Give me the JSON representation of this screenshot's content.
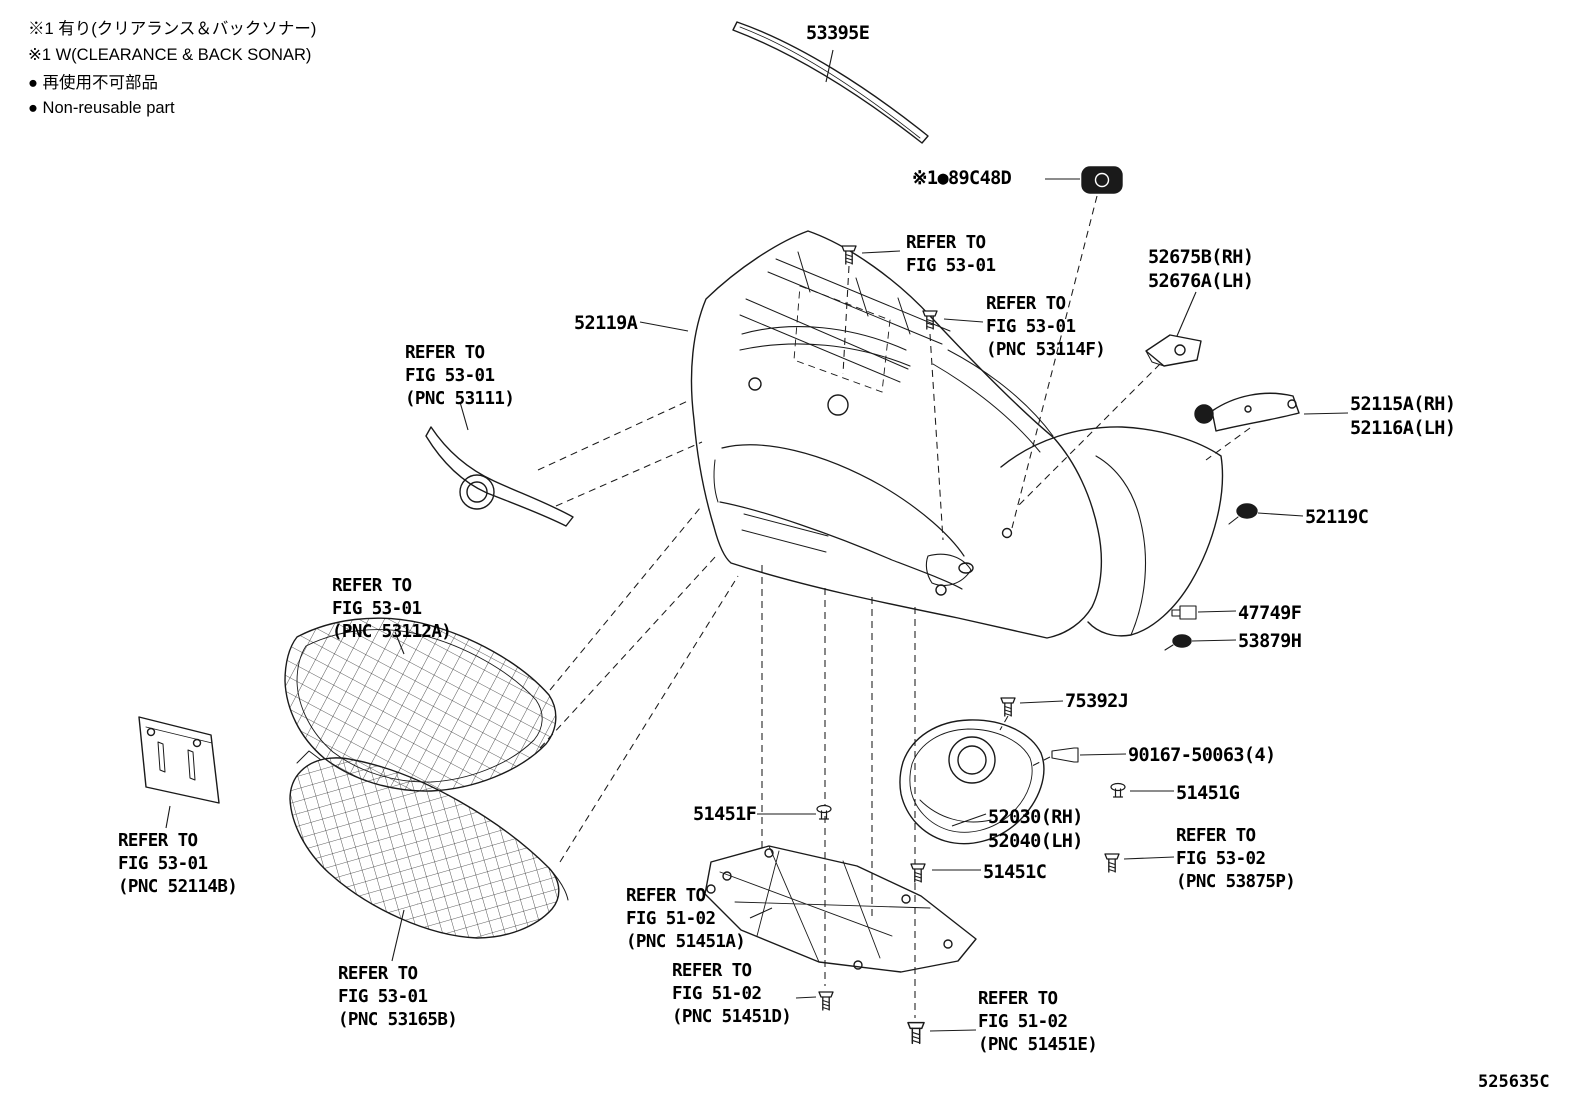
{
  "legend": {
    "line1": "※1 有り(クリアランス＆バックソナー)",
    "line2": "※1 W(CLEARANCE & BACK SONAR)",
    "line3": "● 再使用不可部品",
    "line4": "● Non-reusable part"
  },
  "labels": [
    {
      "id": "part-53395e",
      "text": "53395E"
    },
    {
      "id": "part-89c48d",
      "text": "※1●89C48D"
    },
    {
      "id": "ref-fig5301-top",
      "text": "REFER TO\nFIG 53-01"
    },
    {
      "id": "part-52675b",
      "text": "52675B(RH)\n52676A(LH)"
    },
    {
      "id": "ref-fig5301-53114f",
      "text": "REFER TO\nFIG 53-01\n(PNC 53114F)"
    },
    {
      "id": "part-52119a",
      "text": "52119A"
    },
    {
      "id": "ref-fig5301-53111",
      "text": "REFER TO\nFIG 53-01\n(PNC 53111)"
    },
    {
      "id": "part-52115a",
      "text": "52115A(RH)\n52116A(LH)"
    },
    {
      "id": "part-52119c",
      "text": "52119C"
    },
    {
      "id": "part-47749f",
      "text": "47749F"
    },
    {
      "id": "part-53879h",
      "text": "53879H"
    },
    {
      "id": "part-75392j",
      "text": "75392J"
    },
    {
      "id": "part-90167",
      "text": "90167-50063(4)"
    },
    {
      "id": "part-51451g",
      "text": "51451G"
    },
    {
      "id": "ref-fig5301-53112a",
      "text": "REFER TO\nFIG 53-01\n(PNC 53112A)"
    },
    {
      "id": "part-51451f",
      "text": "51451F"
    },
    {
      "id": "part-52030",
      "text": "52030(RH)\n52040(LH)"
    },
    {
      "id": "part-51451c",
      "text": "51451C"
    },
    {
      "id": "ref-fig5302-53875p",
      "text": "REFER TO\nFIG 53-02\n(PNC 53875P)"
    },
    {
      "id": "ref-fig5301-52114b",
      "text": "REFER TO\nFIG 53-01\n(PNC 52114B)"
    },
    {
      "id": "ref-fig5102-51451a",
      "text": "REFER TO\nFIG 51-02\n(PNC 51451A)"
    },
    {
      "id": "ref-fig5301-53165b",
      "text": "REFER TO\nFIG 53-01\n(PNC 53165B)"
    },
    {
      "id": "ref-fig5102-51451d",
      "text": "REFER TO\nFIG 51-02\n(PNC 51451D)"
    },
    {
      "id": "ref-fig5102-51451e",
      "text": "REFER TO\nFIG 51-02\n(PNC 51451E)"
    }
  ],
  "footer": {
    "diagram_code": "525635C"
  },
  "colors": {
    "line": "#1a1a1a",
    "background": "#ffffff"
  }
}
